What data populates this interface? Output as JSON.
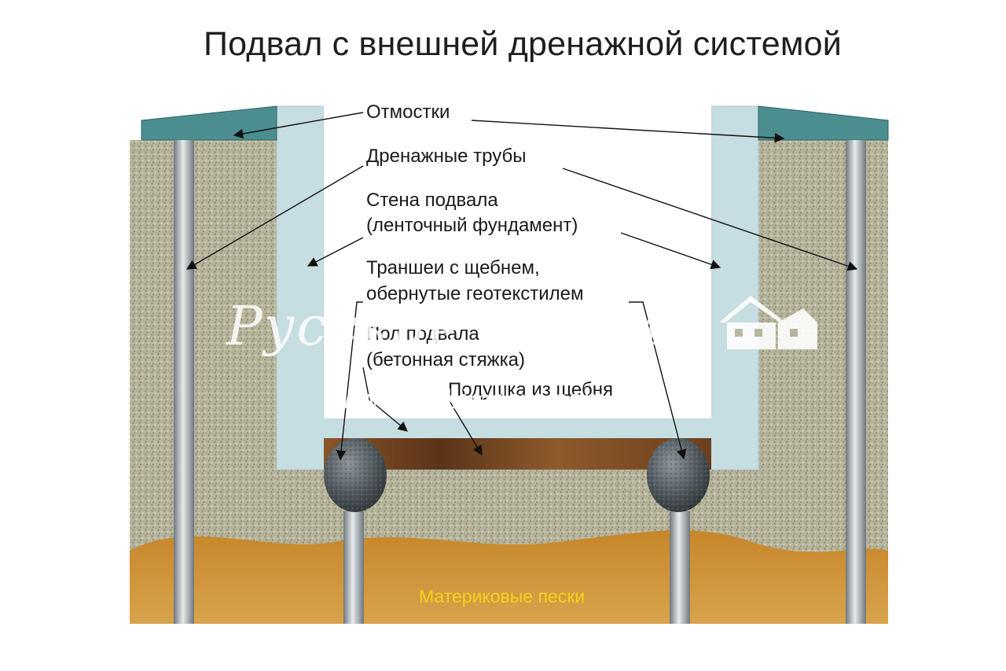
{
  "title": "Подвал с внешней дренажной системой",
  "labels": {
    "otmostki": "Отмостки",
    "drain_pipes": "Дренажные трубы",
    "wall_line1": "Стена подвала",
    "wall_line2": "(ленточный фундамент)",
    "trench_line1": "Траншеи с щебнем,",
    "trench_line2": "обернутые геотекстилем",
    "floor_line1": "Пол подвала",
    "floor_line2": "(бетонная стяжка)",
    "gravel_bed": "Подушка из щебня",
    "sands": "Материковые пески"
  },
  "watermark": {
    "text": "Русские хоромы",
    "url": "www.srubimdom.com"
  },
  "colors": {
    "soil": "#b6b49a",
    "sand": "#c98d2e",
    "wall": "#c5dde2",
    "otmostka": "#4e8f91",
    "pipe": "#9aa3a8",
    "slab": "#7a4a25",
    "gravel": "#5a6468"
  }
}
